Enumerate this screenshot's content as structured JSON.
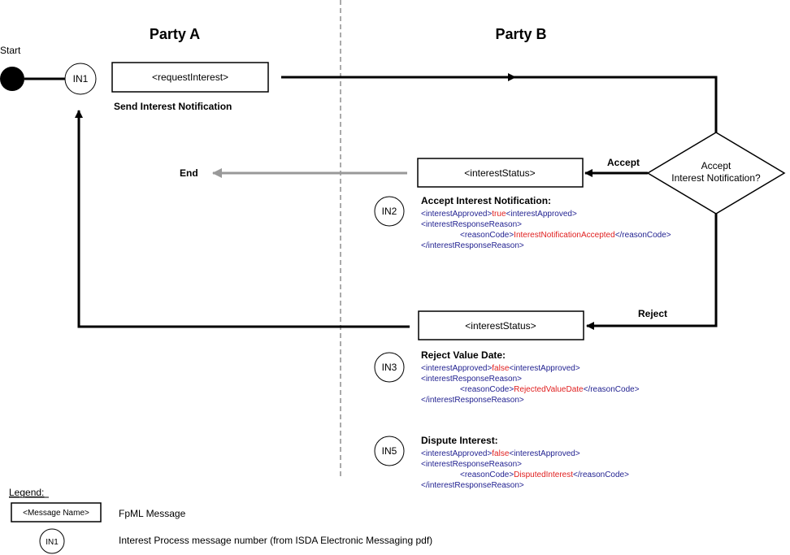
{
  "headers": {
    "party_a": "Party A",
    "party_b": "Party B"
  },
  "start_label": "Start",
  "end_label": "End",
  "nodes": {
    "in1": "IN1",
    "in2": "IN2",
    "in3": "IN3",
    "in5": "IN5"
  },
  "messages": {
    "request_interest": "<requestInterest>",
    "interest_status_accept": "<interestStatus>",
    "interest_status_reject": "<interestStatus>"
  },
  "send_label": "Send Interest Notification",
  "decision": {
    "line1": "Accept",
    "line2": "Interest Notification?"
  },
  "edge_labels": {
    "accept": "Accept",
    "reject": "Reject"
  },
  "accept_block": {
    "title": "Accept Interest Notification:",
    "l1_open": "<interestApproved>",
    "l1_val": "true",
    "l1_close": "<interestApproved>",
    "l2": "<interestResponseReason>",
    "l3_open": "<reasonCode>",
    "l3_val": "InterestNotificationAccepted",
    "l3_close": "</reasonCode>",
    "l4": "</interestResponseReason>"
  },
  "reject_block": {
    "title": "Reject Value Date:",
    "l1_open": "<interestApproved>",
    "l1_val": "false",
    "l1_close": "<interestApproved>",
    "l2": "<interestResponseReason>",
    "l3_open": "<reasonCode>",
    "l3_val": "RejectedValueDate",
    "l3_close": "</reasonCode>",
    "l4": "</interestResponseReason>"
  },
  "dispute_block": {
    "title": "Dispute Interest:",
    "l1_open": "<interestApproved>",
    "l1_val": "false",
    "l1_close": "<interestApproved>",
    "l2": "<interestResponseReason>",
    "l3_open": "<reasonCode>",
    "l3_val": "DisputedInterest",
    "l3_close": "</reasonCode>",
    "l4": "</interestResponseReason>"
  },
  "legend": {
    "title": "Legend:",
    "box_sample": "<Message Name>",
    "box_desc": "FpML Message",
    "circle_sample": "IN1",
    "circle_desc": "Interest Process message number (from ISDA Electronic Messaging pdf)"
  }
}
